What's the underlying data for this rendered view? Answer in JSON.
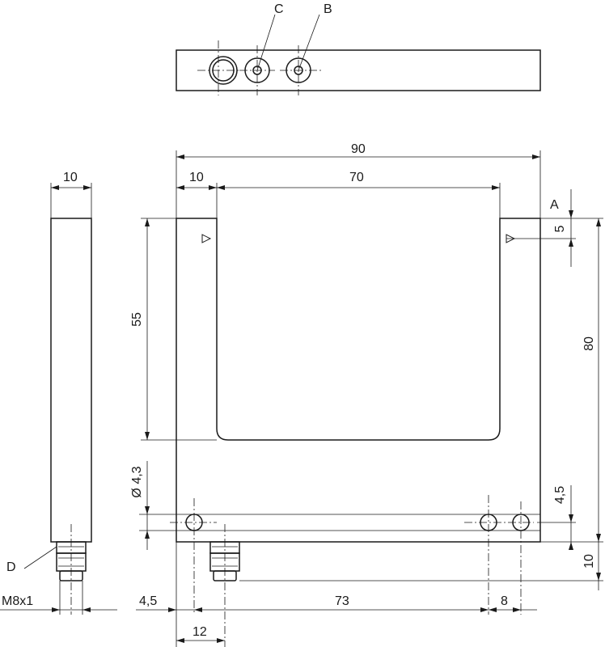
{
  "dimensions": {
    "overall_width": "90",
    "arm_width": "10",
    "slot_width": "70",
    "arm_length": "55",
    "height": "80",
    "reference_offset": "5",
    "side_thickness": "10",
    "hole_diameter": "Ø 4,3",
    "hole_offset": "4,5",
    "connector_depth": "10",
    "left_hole_offset": "4,5",
    "hole_spacing": "73",
    "right_hole_offset": "8",
    "connector_position": "12"
  },
  "callouts": {
    "a": "A",
    "b": "B",
    "c": "C",
    "d": "D"
  },
  "thread": "M8x1"
}
